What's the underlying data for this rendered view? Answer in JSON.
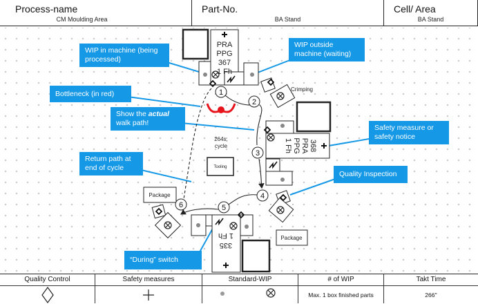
{
  "header": {
    "process_label": "Process-name",
    "process_value": "CM Moulding Area",
    "part_label": "Part-No.",
    "part_value": "BA Stand",
    "cell_label": "Cell/ Area",
    "cell_value": "BA Stand"
  },
  "callouts": {
    "wip_in_machine": "WIP in machine (being processed)",
    "wip_outside": "WIP outside machine (waiting)",
    "bottleneck": "Bottleneck (in red)",
    "walk_path_pre": "Show the ",
    "walk_path_em": "actual",
    "walk_path_post": " walk path!",
    "safety": "Safety measure or safety notice",
    "return_path": "Return path at end of cycle",
    "quality": "Quality Inspection",
    "during_switch": "“During” switch"
  },
  "diagram": {
    "machine_top": [
      "PRA",
      "PPG",
      "367",
      "1 Fh"
    ],
    "machine_right": [
      "368",
      "PRA",
      "PPG",
      "1 Fh"
    ],
    "machine_bottom": [
      "335",
      "1 Fh"
    ],
    "crimping": "Crimping",
    "cycle_time": "264s,",
    "cycle_label": "cycle",
    "tooling": "Tooling",
    "package": "Package",
    "steps": [
      "1",
      "2",
      "3",
      "4",
      "5",
      "6"
    ],
    "bottleneck_color": "#e8141c",
    "callout_color": "#1598e6"
  },
  "legend": {
    "quality_control": "Quality Control",
    "safety_measures": "Safety measures",
    "standard_wip": "Standard-WIP",
    "num_wip": "# of WIP",
    "num_wip_value": "Max. 1 box finished parts",
    "takt_time": "Takt Time",
    "takt_time_value": "266''"
  }
}
